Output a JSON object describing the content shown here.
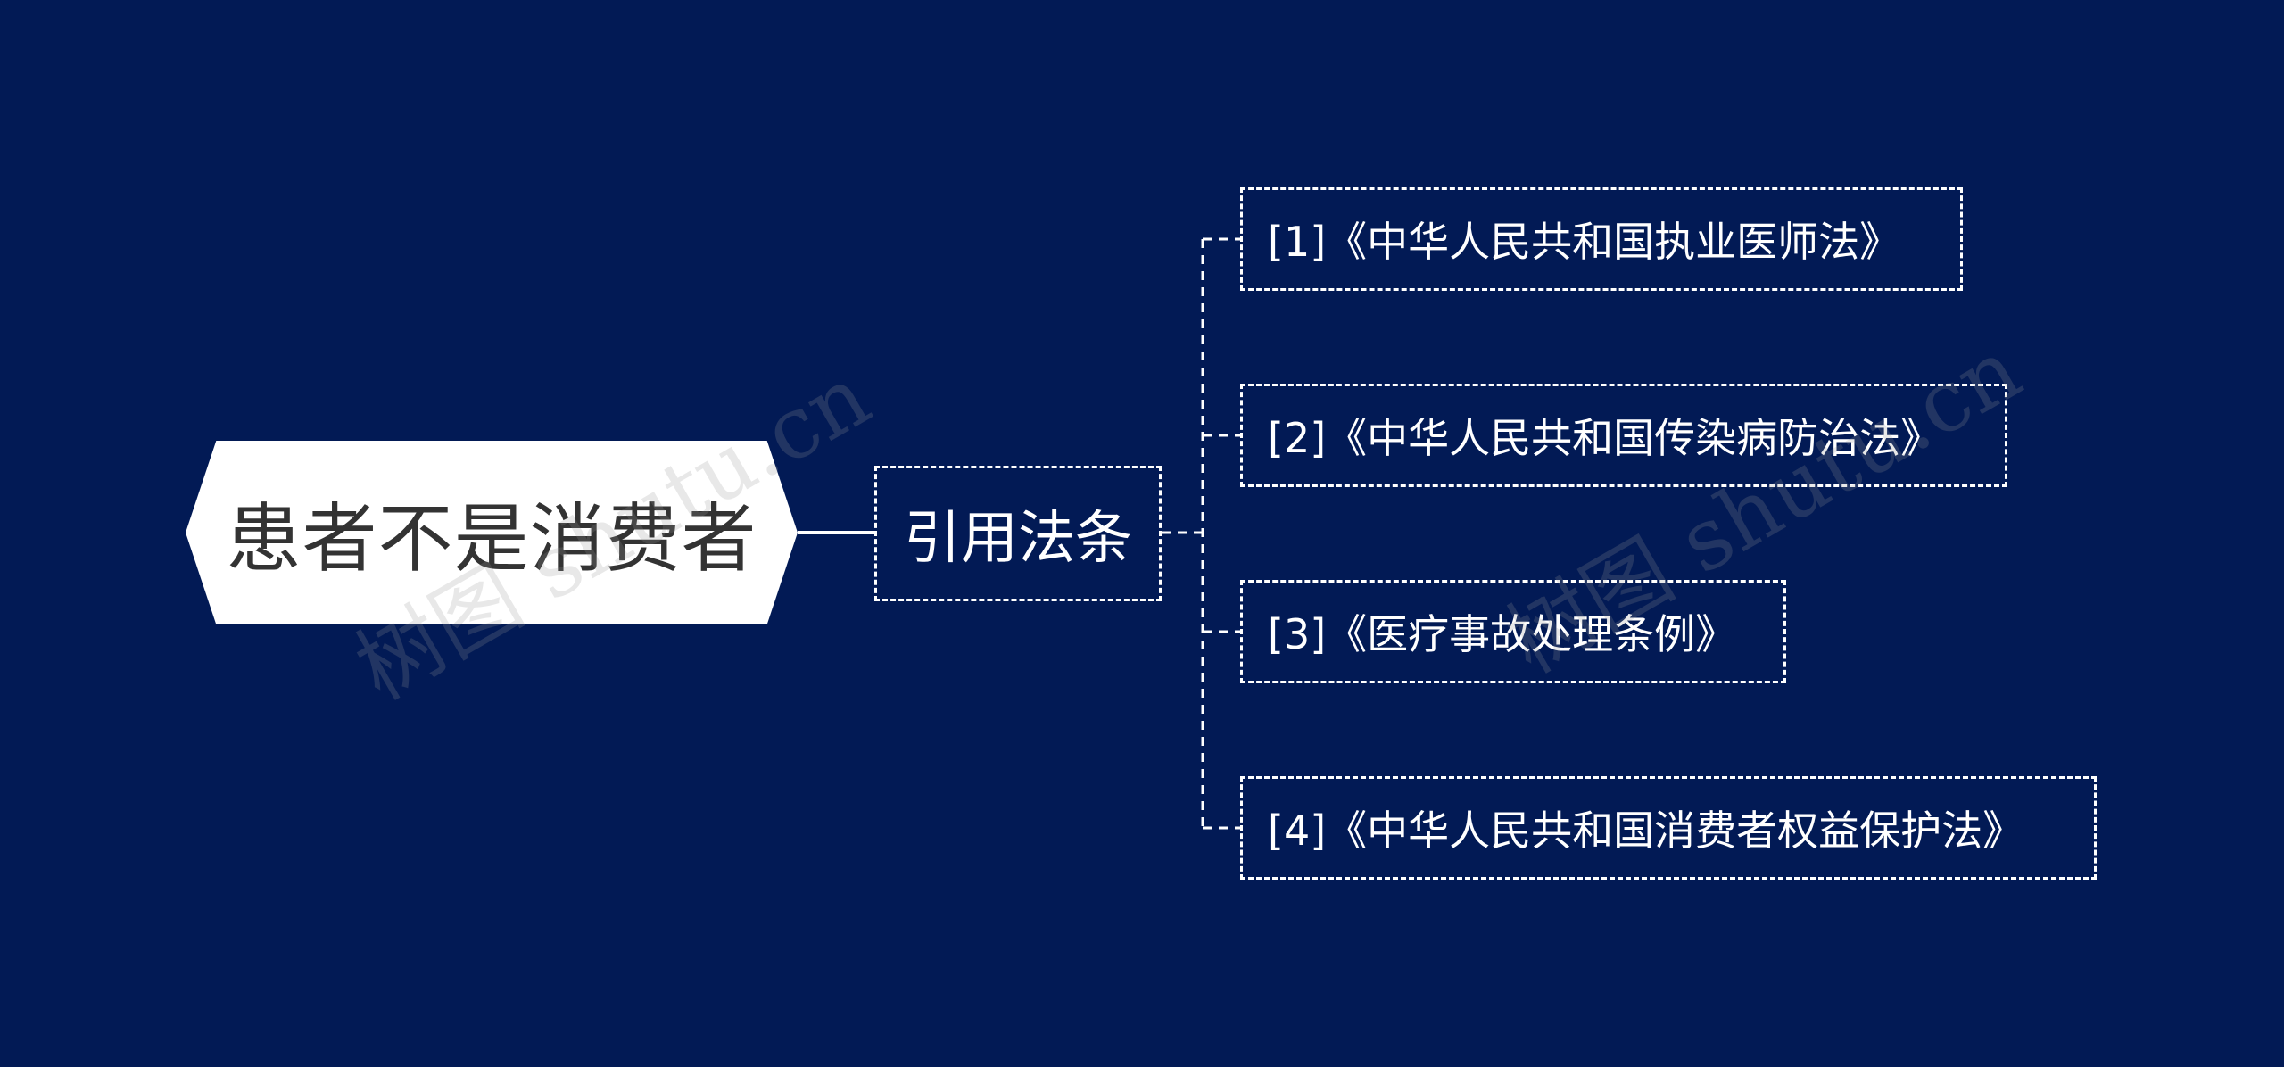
{
  "mindmap": {
    "root": {
      "label": "患者不是消费者"
    },
    "category": {
      "label": "引用法条"
    },
    "laws": [
      {
        "label": "[1]《中华人民共和国执业医师法》"
      },
      {
        "label": "[2]《中华人民共和国传染病防治法》"
      },
      {
        "label": "[3]《医疗事故处理条例》"
      },
      {
        "label": "[4]《中华人民共和国消费者权益保护法》"
      }
    ]
  },
  "watermarks": [
    "树图 shutu.cn",
    "树图 shutu.cn"
  ],
  "colors": {
    "background": "#021a55",
    "root_fill": "#ffffff",
    "root_text": "#333333",
    "line": "#ffffff",
    "node_text": "#ffffff"
  }
}
